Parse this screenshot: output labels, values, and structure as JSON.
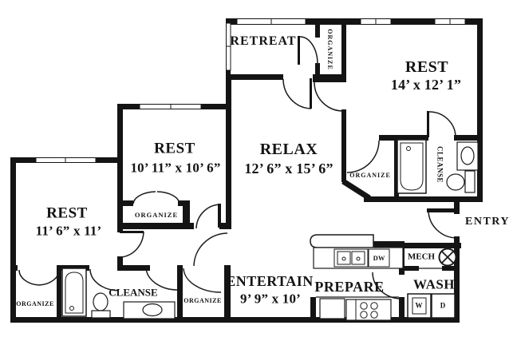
{
  "rooms": {
    "retreat": {
      "label": "RETREAT"
    },
    "rest_right": {
      "label": "REST",
      "dims": "14’ x 12’ 1”"
    },
    "relax": {
      "label": "RELAX",
      "dims": "12’ 6” x 15’ 6”"
    },
    "rest_middle": {
      "label": "REST",
      "dims": "10’ 11” x 10’ 6”"
    },
    "rest_left": {
      "label": "REST",
      "dims": "11’ 6” x 11’"
    },
    "entertain": {
      "label": "ENTERTAIN",
      "dims": "9’ 9” x 10’"
    },
    "prepare": {
      "label": "PREPARE"
    },
    "wash": {
      "label": "WASH"
    },
    "mech": {
      "label": "MECH"
    },
    "entry": {
      "label": "ENTRY"
    },
    "cleanse_main": {
      "label": "CLEANSE"
    },
    "cleanse_master": {
      "label": "CLEANSE"
    },
    "closets": {
      "retreat_side": {
        "label": "ORGANIZE"
      },
      "master_walkin": {
        "label": "ORGANIZE"
      },
      "rest_middle": {
        "label": "ORGANIZE"
      },
      "rest_left": {
        "label": "ORGANIZE"
      },
      "hall": {
        "label": "ORGANIZE"
      }
    }
  },
  "appliances": {
    "dishwasher": "DW",
    "washer": "W",
    "dryer": "D"
  },
  "colors": {
    "wall": "#141414",
    "background": "#ffffff"
  }
}
